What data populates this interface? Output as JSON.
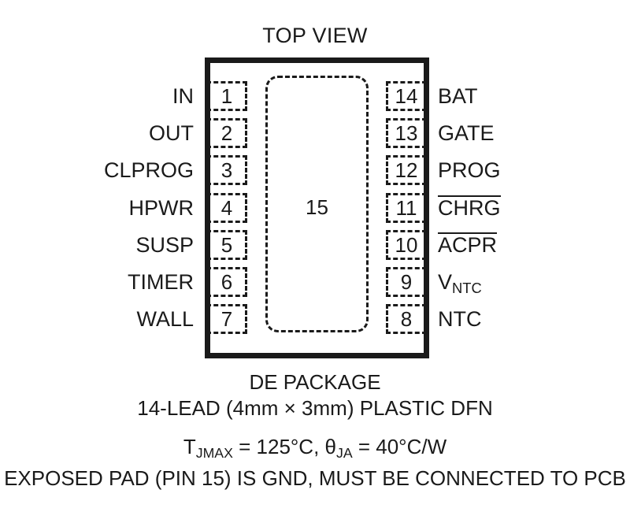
{
  "title": "TOP VIEW",
  "package": {
    "exposed_pad_number": "15",
    "name_line": "DE PACKAGE",
    "lead_line": "14-LEAD (4mm × 3mm) PLASTIC DFN"
  },
  "thermal": {
    "tjmax_prefix": "T",
    "tjmax_sub": "JMAX",
    "tjmax_value": " = 125°C, ",
    "theta_symbol": "θ",
    "theta_sub": "JA",
    "theta_value": " = 40°C/W"
  },
  "exposed_pad_note": "EXPOSED PAD (PIN 15) IS GND, MUST BE CONNECTED TO PCB",
  "pins_left": [
    {
      "number": "1",
      "name": "IN",
      "overline": false
    },
    {
      "number": "2",
      "name": "OUT",
      "overline": false
    },
    {
      "number": "3",
      "name": "CLPROG",
      "overline": false
    },
    {
      "number": "4",
      "name": "HPWR",
      "overline": false
    },
    {
      "number": "5",
      "name": "SUSP",
      "overline": false
    },
    {
      "number": "6",
      "name": "TIMER",
      "overline": false
    },
    {
      "number": "7",
      "name": "WALL",
      "overline": false
    }
  ],
  "pins_right": [
    {
      "number": "14",
      "name": "BAT",
      "overline": false,
      "subscript": ""
    },
    {
      "number": "13",
      "name": "GATE",
      "overline": false,
      "subscript": ""
    },
    {
      "number": "12",
      "name": "PROG",
      "overline": false,
      "subscript": ""
    },
    {
      "number": "11",
      "name": "CHRG",
      "overline": true,
      "subscript": ""
    },
    {
      "number": "10",
      "name": "ACPR",
      "overline": true,
      "subscript": ""
    },
    {
      "number": "9",
      "name": "V",
      "overline": false,
      "subscript": "NTC"
    },
    {
      "number": "8",
      "name": "NTC",
      "overline": false,
      "subscript": ""
    }
  ],
  "colors": {
    "ink": "#1a1a1a",
    "background": "#ffffff"
  }
}
